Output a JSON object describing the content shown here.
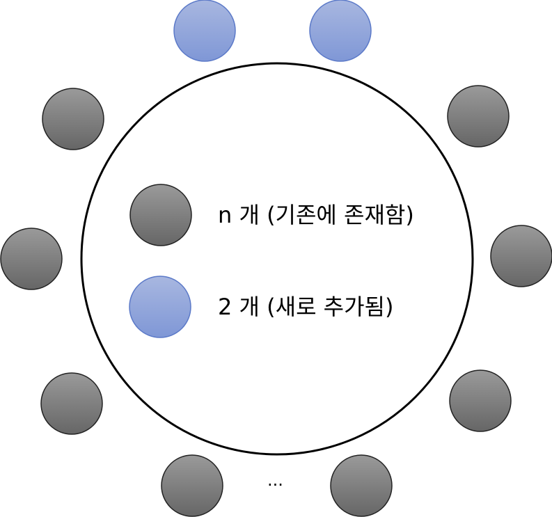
{
  "diagram": {
    "legend": {
      "existing_label": "n 개 (기존에 존재함)",
      "new_label": "2 개 (새로 추가됨)"
    },
    "ellipsis": "...",
    "node_kinds": [
      "new",
      "new",
      "existing",
      "existing",
      "existing",
      "existing",
      "existing",
      "existing",
      "existing",
      "existing"
    ],
    "colors": {
      "existing_top": "#9a9a9a",
      "existing_bottom": "#666666",
      "new_top": "#a8b7e0",
      "new_bottom": "#7f97d6",
      "new_stroke": "#5b79c8",
      "node_stroke": "#222222",
      "table_stroke": "#000000"
    }
  }
}
